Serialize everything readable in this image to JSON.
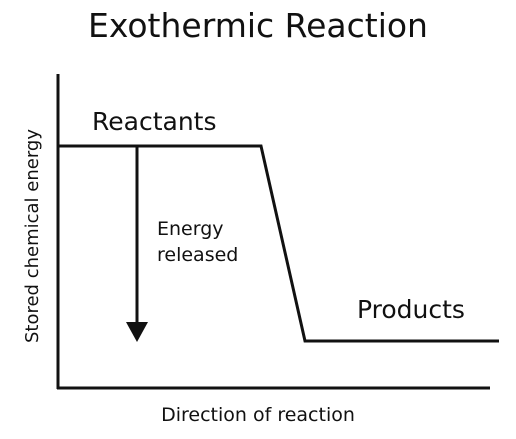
{
  "title": "Exothermic Reaction",
  "labels": {
    "reactants": "Reactants",
    "products": "Products",
    "energy_line1": "Energy",
    "energy_line2": "released",
    "x_axis": "Direction of reaction",
    "y_axis": "Stored chemical energy"
  },
  "colors": {
    "line": "#111111",
    "background": "#ffffff"
  }
}
